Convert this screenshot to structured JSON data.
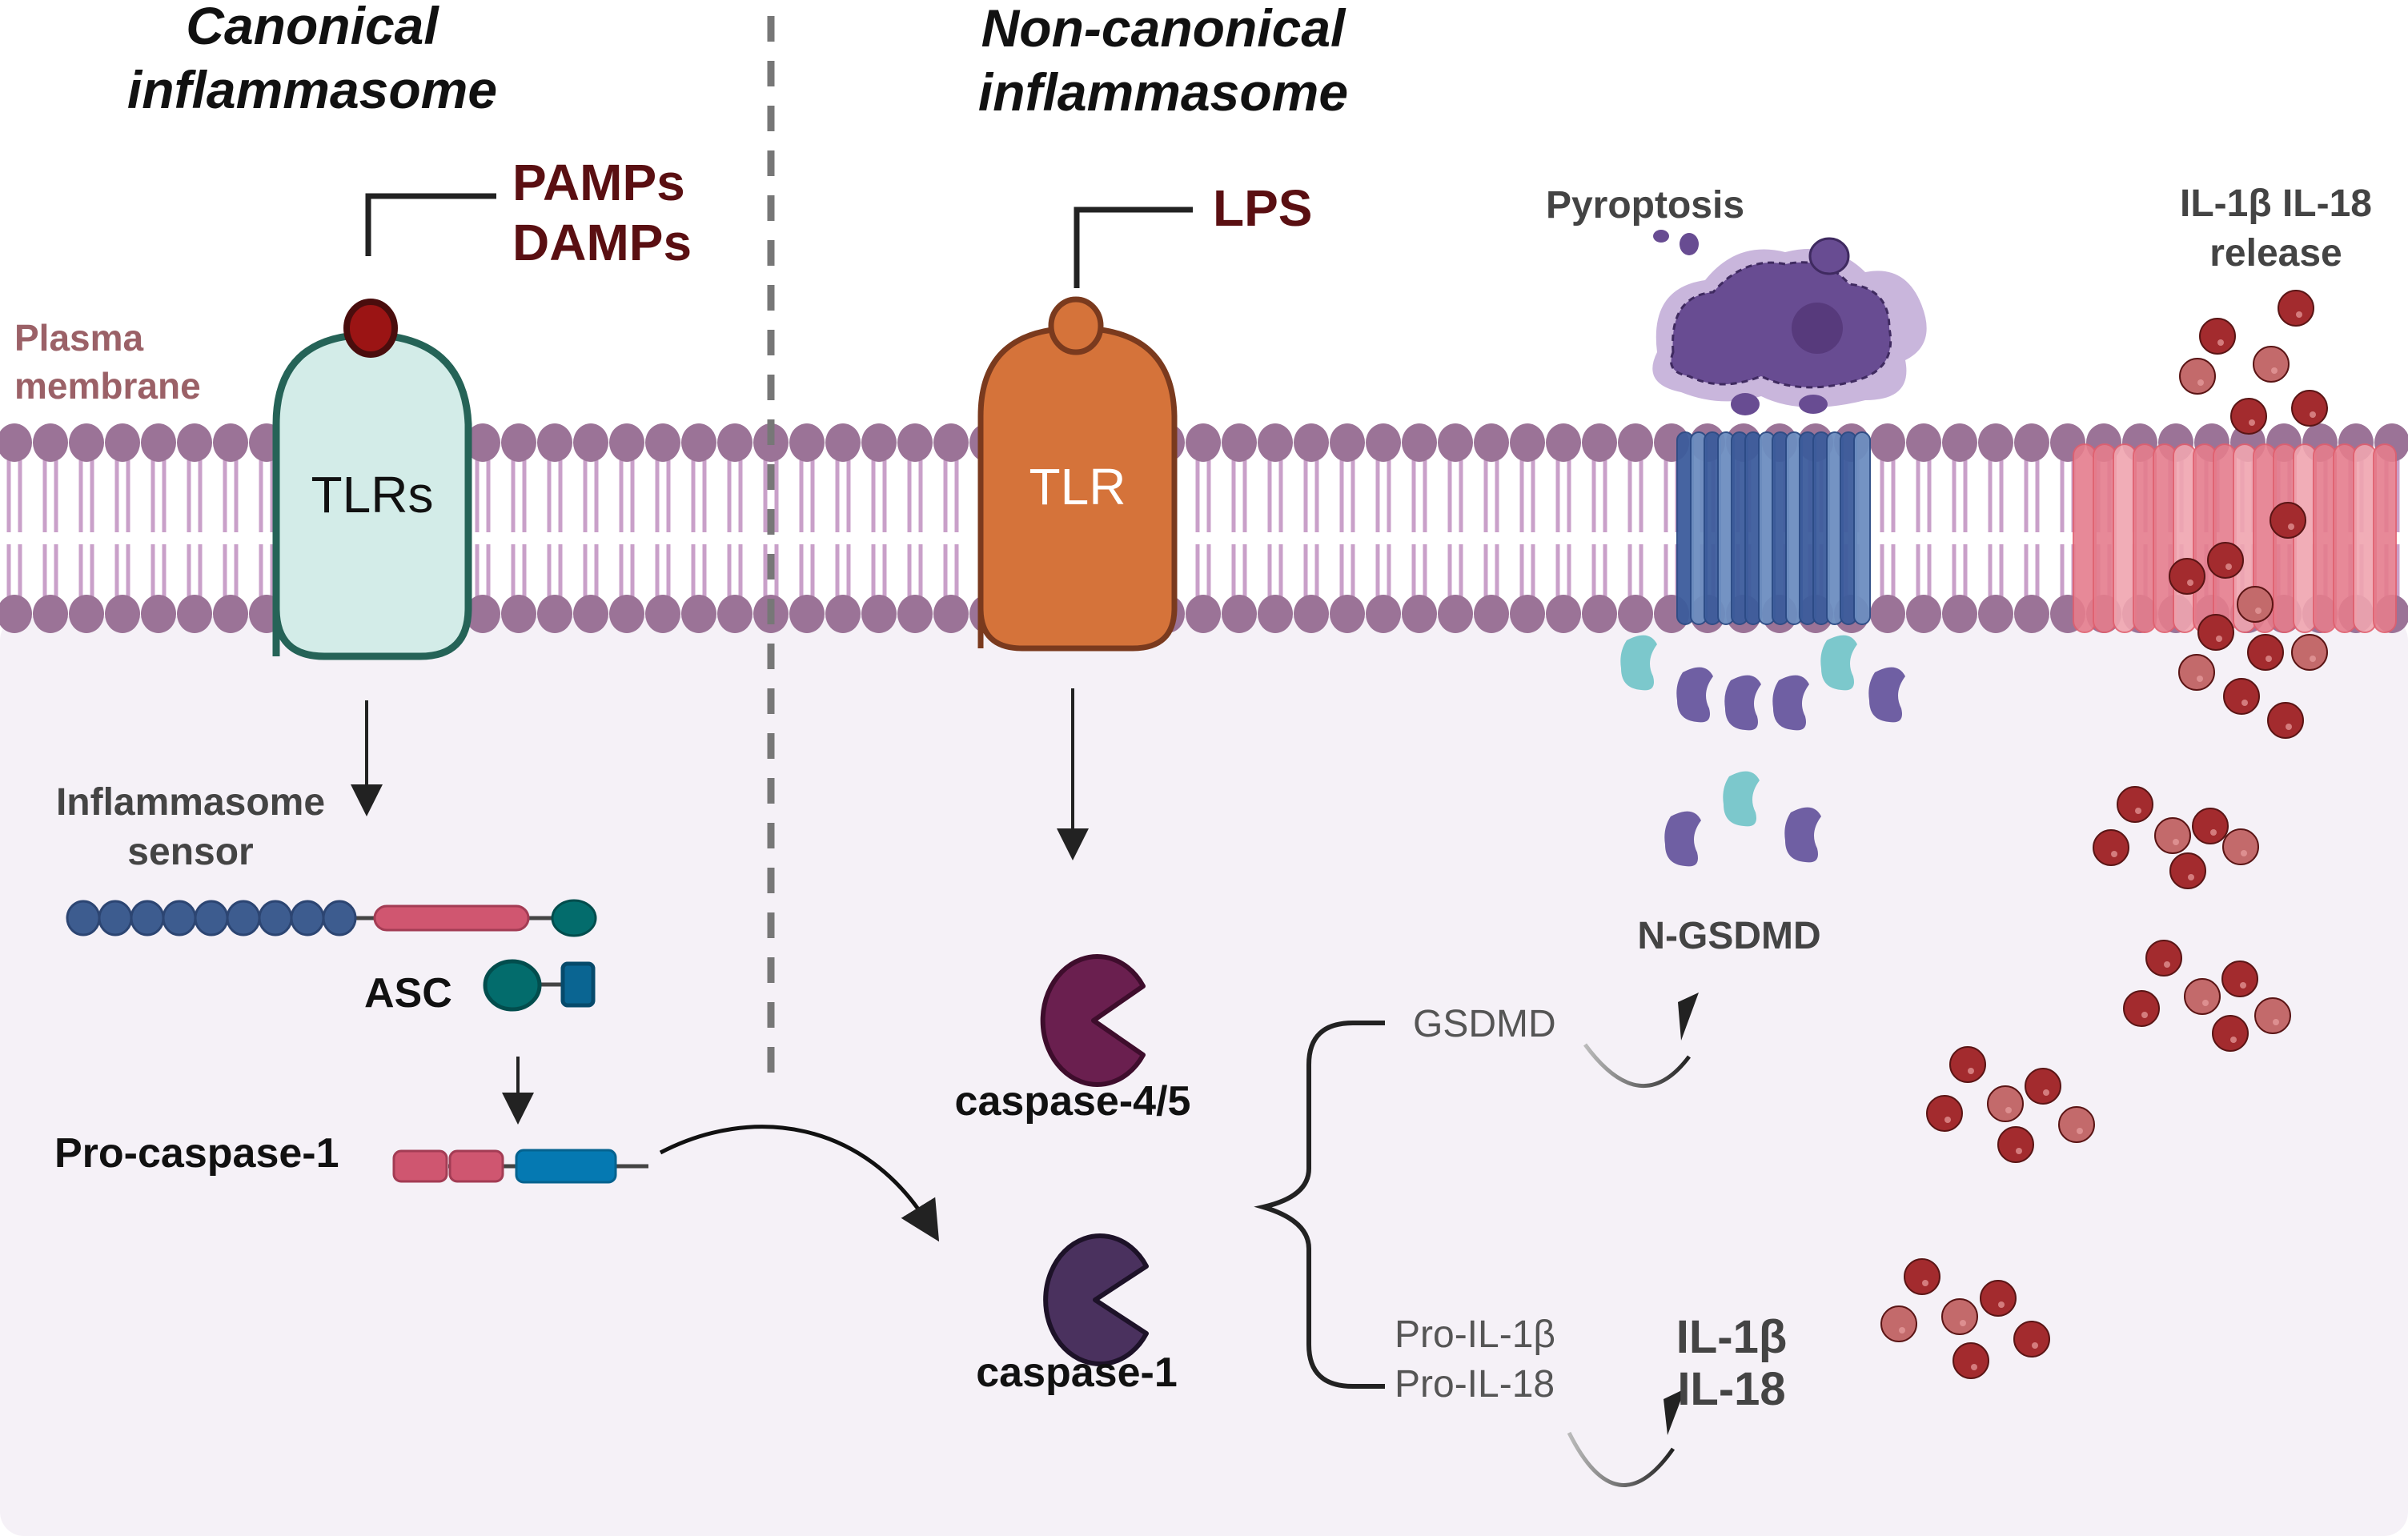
{
  "panels": {
    "canonical": {
      "title_line1": "Canonical",
      "title_line2": "inflammasome"
    },
    "non_canonical": {
      "title_line1": "Non-canonical",
      "title_line2": "inflammasome"
    }
  },
  "membrane": {
    "label_line1": "Plasma",
    "label_line2": "membrane"
  },
  "canonical": {
    "ligand_line1": "PAMPs",
    "ligand_line2": "DAMPs",
    "receptor": "TLRs",
    "sensor_line1": "Inflammasome",
    "sensor_line2": "sensor",
    "adaptor": "ASC",
    "pro_caspase": "Pro-caspase-1"
  },
  "non_canonical": {
    "ligand": "LPS",
    "receptor": "TLR",
    "caspase_4_5": "caspase-4/5",
    "caspase_1": "caspase-1"
  },
  "substrates": {
    "gsdmd": "GSDMD",
    "pro_il1b": "Pro-IL-1β",
    "pro_il18": "Pro-IL-18"
  },
  "products": {
    "n_gsdmd": "N-GSDMD",
    "il1b": "IL-1β",
    "il18": "IL-18"
  },
  "outcomes": {
    "pyroptosis": "Pyroptosis",
    "release_line1": "IL-1β IL-18",
    "release_line2": "release"
  },
  "colors": {
    "cytoplasm": "#f5f1f7",
    "lipid_head": "#9b7397",
    "lipid_tail": "#c9a0c9",
    "tlrs_fill": "#d3ece8",
    "tlrs_stroke": "#256357",
    "tlr_fill": "#d5733a",
    "tlr_stroke": "#7a3a1e",
    "pamp_ball": "#9b1414",
    "caspase_4_5": "#6a1f4f",
    "caspase_1": "#4a315e",
    "gsdmd_pore": "#3d5c9c",
    "il_pore": "#e57d8d",
    "cytokine_dark": "#a32b2e",
    "cytokine_light": "#c36a6b",
    "n_gsdmd_purple": "#6f5fa3",
    "n_gsdmd_teal": "#7cc8cc",
    "pyroptotic_cell": "#684c92"
  }
}
